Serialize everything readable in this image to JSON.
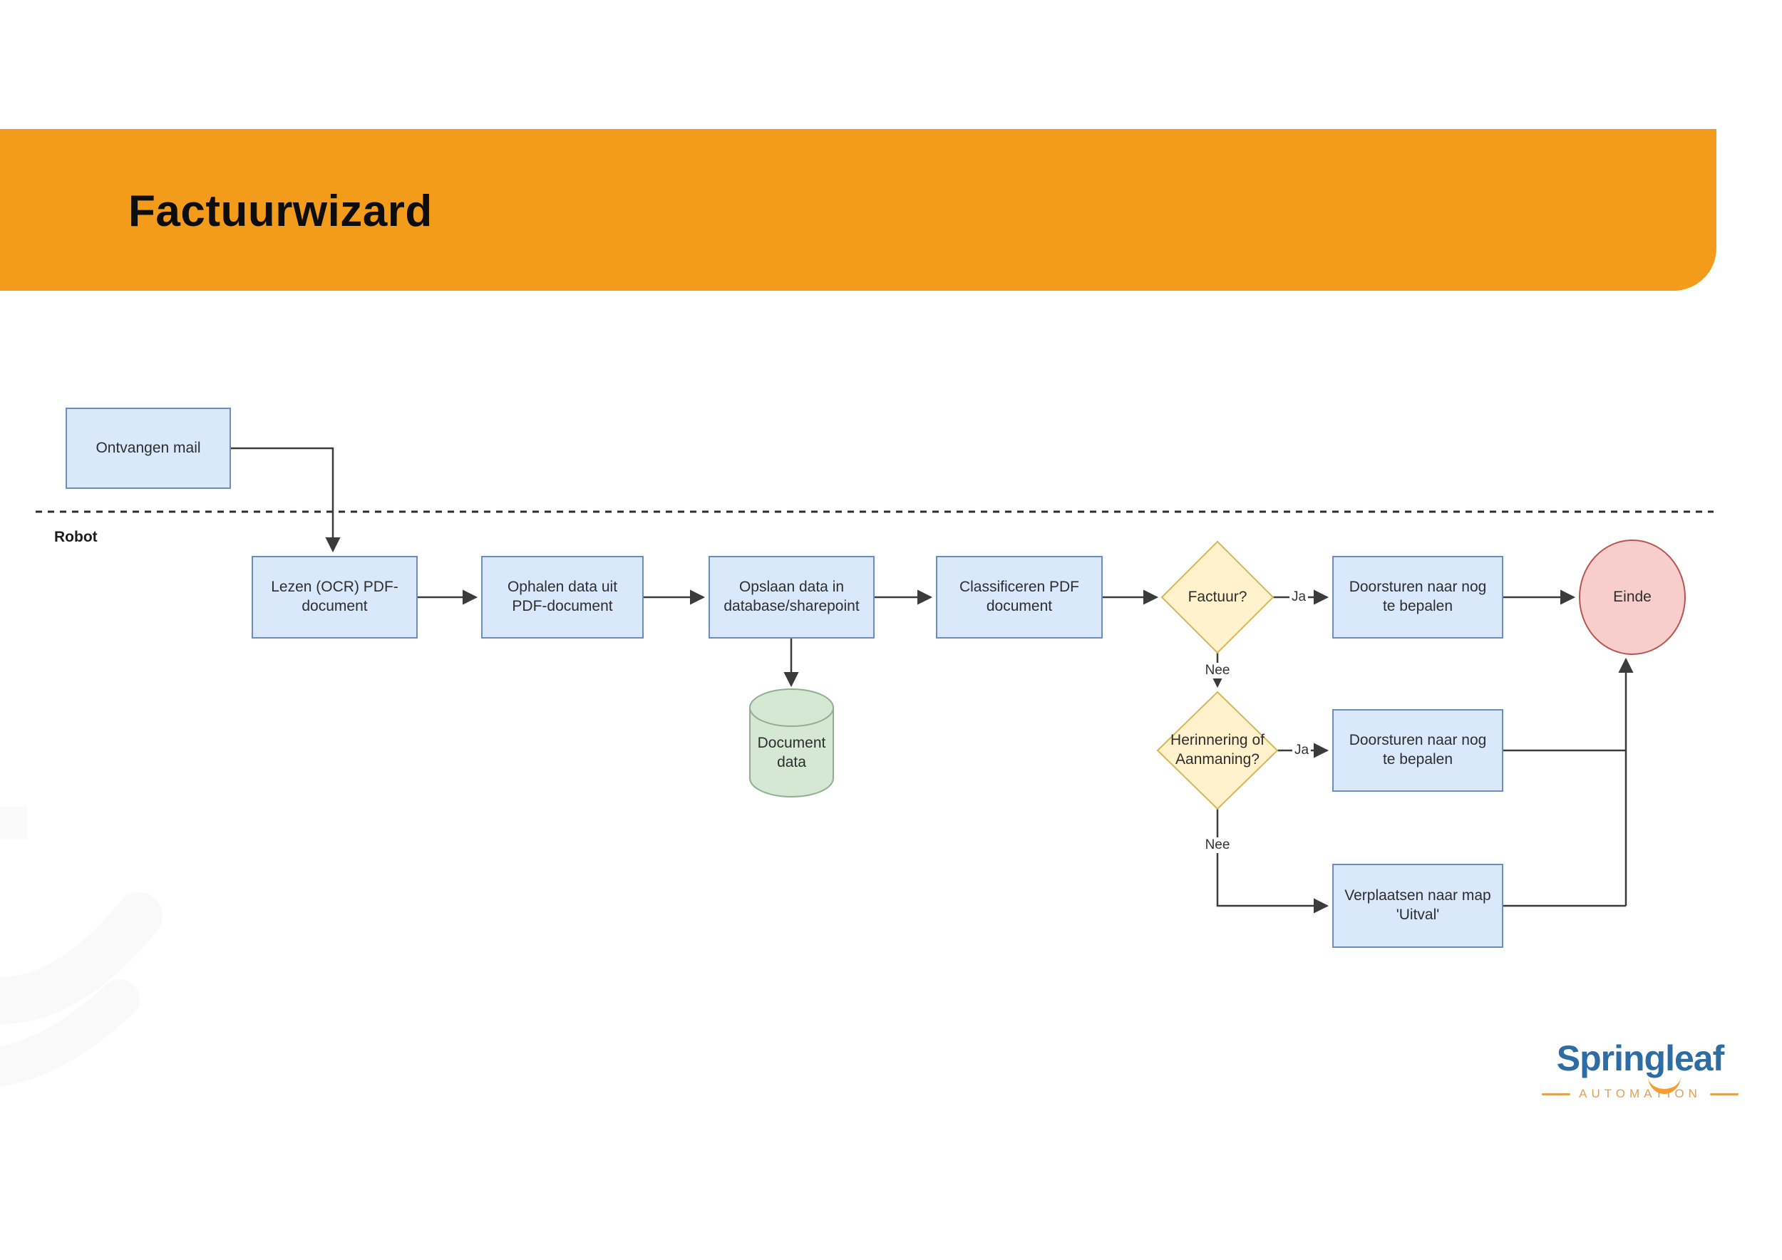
{
  "slide": {
    "title": "Factuurwizard"
  },
  "lane": {
    "label": "Robot"
  },
  "nodes": {
    "ontvangen_mail": "Ontvangen mail",
    "lezen_ocr": "Lezen (OCR) PDF-\ndocument",
    "ophalen_data": "Ophalen data uit\nPDF-document",
    "opslaan_data": "Opslaan data in\ndatabase/sharepoint",
    "classificeren": "Classificeren PDF\ndocument",
    "factuur_beslissing": "Factuur?",
    "doorsturen_1": "Doorsturen naar nog\nte bepalen",
    "einde": "Einde",
    "herinnering_beslissing": "Herinnering of\nAanmaning?",
    "doorsturen_2": "Doorsturen naar nog\nte bepalen",
    "verplaatsen_uitval": "Verplaatsen naar map\n'Uitval'",
    "document_data": "Document\ndata"
  },
  "edge_labels": {
    "factuur_ja": "Ja",
    "factuur_nee": "Nee",
    "herinnering_ja": "Ja",
    "herinnering_nee": "Nee"
  },
  "logo": {
    "brand": "Springleaf",
    "tagline": "AUTOMATION"
  },
  "colors": {
    "banner_orange": "#F39C1C",
    "process_fill": "#DAE8FC",
    "process_border": "#6C8EBF",
    "decision_fill": "#FFF2CC",
    "decision_border": "#D6B656",
    "terminator_fill": "#F8CECC",
    "terminator_border": "#B85450",
    "datastore_fill": "#D5E8D4",
    "datastore_border": "#93AE8F",
    "connector": "#3B3B3B",
    "logo_blue": "#2E6DA4",
    "logo_orange": "#F59D2E"
  }
}
